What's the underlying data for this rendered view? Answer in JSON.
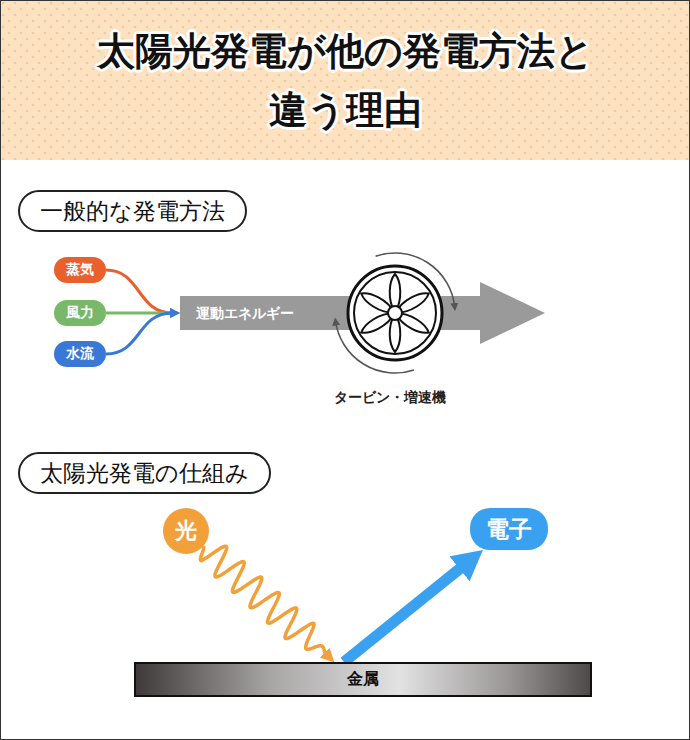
{
  "diagram": {
    "title": "太陽光発電が他の発電方法と違う理由",
    "nodes": [
      {
        "text": [
          "一般的な発電方法"
        ]
      },
      {
        "text": [
          "蒸気"
        ]
      },
      {
        "text": [
          "風力"
        ]
      },
      {
        "text": [
          "水流"
        ]
      },
      {
        "text": [
          "運動エネルギー"
        ]
      },
      {
        "text": [
          "太陽光発電の仕組み"
        ]
      },
      {
        "text": [
          "光"
        ]
      },
      {
        "text": [
          "電子"
        ]
      },
      {
        "text": [
          "金属"
        ]
      }
    ],
    "edges": [
      {
        "from": 1,
        "to": 4,
        "arrow": "to"
      },
      {
        "from": 2,
        "to": 4,
        "arrow": "to"
      },
      {
        "from": 3,
        "to": 4,
        "arrow": "to"
      },
      {
        "from": 6,
        "to": 8,
        "arrow": "to"
      },
      {
        "from": 8,
        "to": 7,
        "arrow": "to"
      }
    ],
    "labels": [
      "タービン・増速機"
    ]
  }
}
